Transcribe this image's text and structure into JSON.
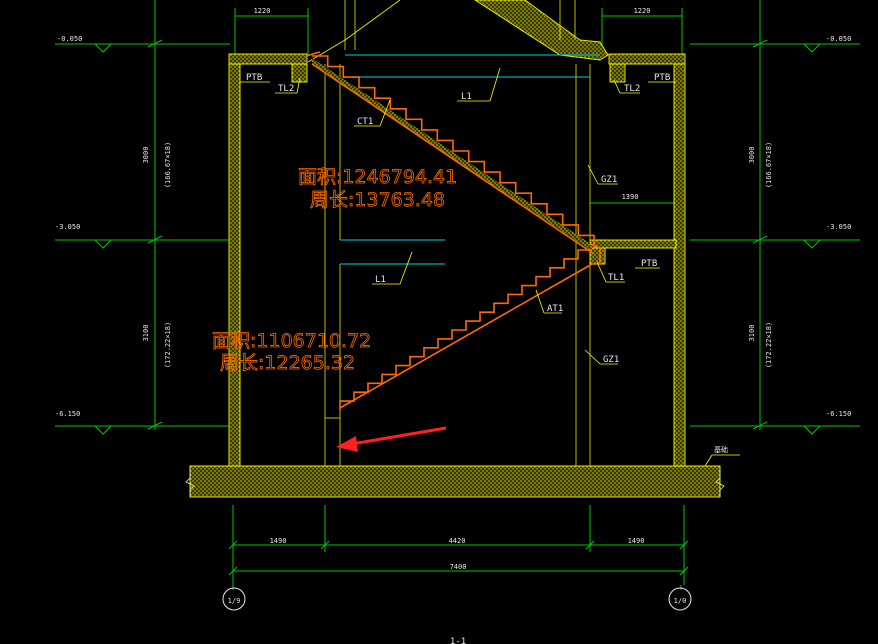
{
  "colors": {
    "background": "#000000",
    "wall": "#e6e600",
    "wall_hatch": "#b8b800",
    "dimension": "#00c800",
    "beam": "#00d0e0",
    "stair": "#ff6a00",
    "annotation": "#ffff00",
    "arrow": "#ff2020",
    "label": "#e8e8e8"
  },
  "dimensions": {
    "top_left": "1220",
    "top_right": "1220",
    "bottom_left": "1490",
    "bottom_mid": "4420",
    "bottom_right": "1490",
    "bottom_total": "7400",
    "right_gap": "1390",
    "vertical_upper": "3000",
    "vertical_upper_sub": "(166.67×18)",
    "vertical_lower": "3100",
    "vertical_lower_sub": "(172.22×18)"
  },
  "elevations": {
    "top": "-0.050",
    "mid": "-3.050",
    "bottom": "-6.150"
  },
  "labels": {
    "ptb_top_left": "PTB",
    "tl2_left": "TL2",
    "l1_top": "L1",
    "ct1": "CT1",
    "ptb_top_right": "PTB",
    "tl2_right": "TL2",
    "gz1_upper": "GZ1",
    "l1_mid": "L1",
    "tl1": "TL1",
    "ptb_mid": "PTB",
    "at1": "AT1",
    "gz1_lower": "GZ1",
    "foundation_note": "基础",
    "axis_left": "1/9",
    "axis_right": "1/0",
    "section_title": "1-1"
  },
  "measurements": {
    "upper_area": "面积:1246794.41",
    "upper_perimeter": "周长:13763.48",
    "lower_area": "面积:1106710.72",
    "lower_perimeter": "周长:12265.32"
  }
}
